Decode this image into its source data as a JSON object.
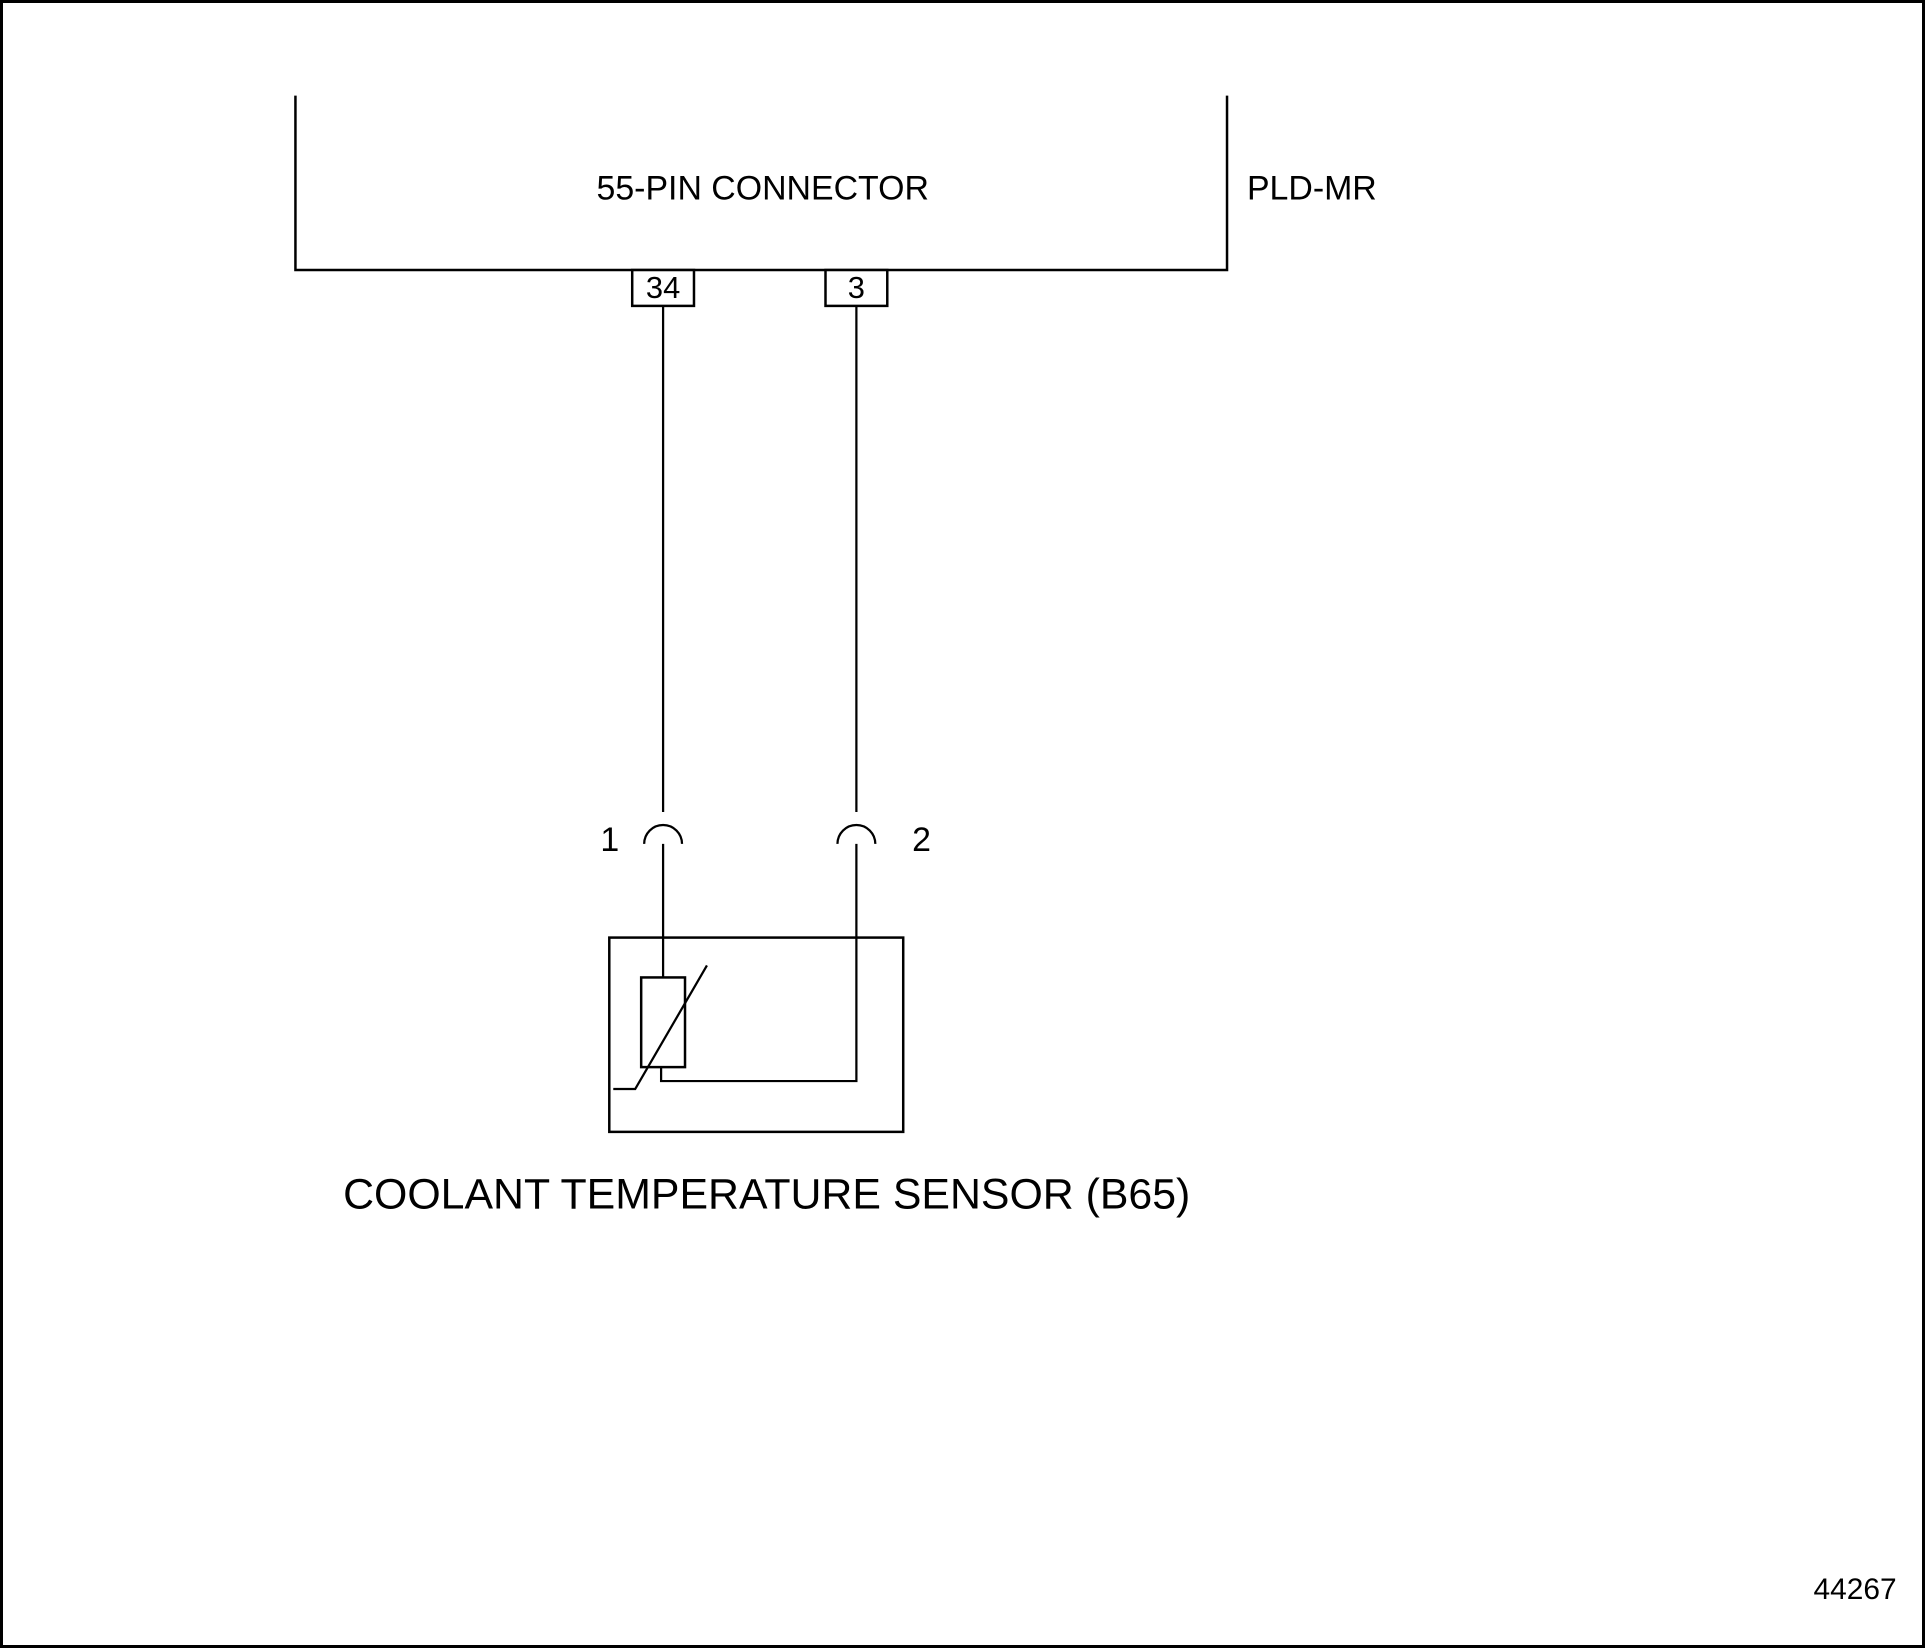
{
  "diagram": {
    "module": {
      "connector_title": "55-PIN CONNECTOR",
      "module_name": "PLD-MR",
      "pin_left": "34",
      "pin_right": "3"
    },
    "harness": {
      "terminal_left": "1",
      "terminal_right": "2"
    },
    "sensor_label": "COOLANT TEMPERATURE SENSOR (B65)",
    "figure_number": "44267",
    "colors": {
      "line": "#000000",
      "background": "#ffffff"
    }
  }
}
